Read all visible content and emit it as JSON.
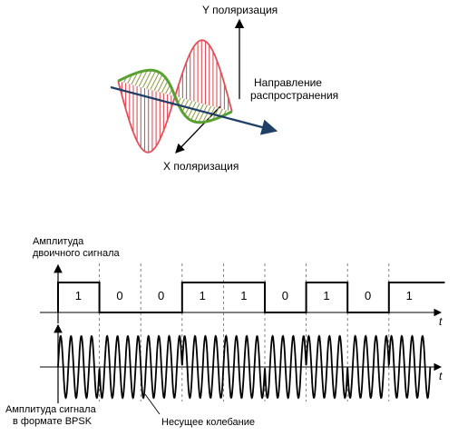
{
  "polarization": {
    "y_label": "Y поляризация",
    "x_label": "X поляризация",
    "direction_label_line1": "Направление",
    "direction_label_line2": "распространения",
    "colors": {
      "y_wave": "#e0505a",
      "x_wave": "#58a030",
      "axis": "#000000",
      "propagation_axis": "#1f3f66"
    }
  },
  "signals": {
    "binary_label_line1": "Амплитуда",
    "binary_label_line2": "двоичного сигнала",
    "bpsk_label_line1": "Амплитуда сигнала",
    "bpsk_label_line2": "в формате BPSK",
    "carrier_label": "Несущее колебание",
    "t_axis": "t",
    "bits": [
      "1",
      "0",
      "0",
      "1",
      "1",
      "0",
      "1",
      "0",
      "1"
    ],
    "colors": {
      "line": "#000000",
      "divider": "#666666"
    }
  }
}
